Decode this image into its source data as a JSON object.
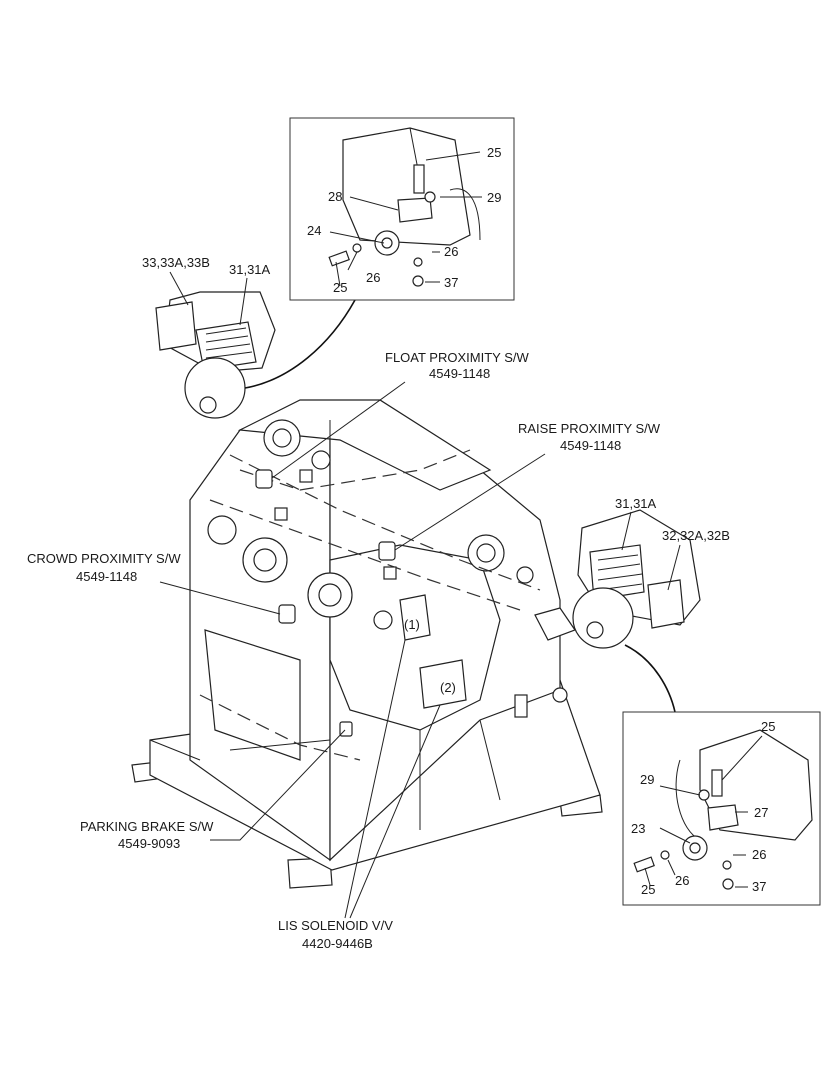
{
  "callouts": [
    {
      "id": "float",
      "name": "FLOAT PROXIMITY S/W",
      "part": "4549-1148"
    },
    {
      "id": "raise",
      "name": "RAISE PROXIMITY S/W",
      "part": "4549-1148"
    },
    {
      "id": "crowd",
      "name": "CROWD PROXIMITY S/W",
      "part": "4549-1148"
    },
    {
      "id": "parking",
      "name": "PARKING BRAKE S/W",
      "part": "4549-9093"
    },
    {
      "id": "lis",
      "name": "LIS SOLENOID V/V",
      "part": "4420-9446B"
    }
  ],
  "lamp_labels": {
    "left_lamp_a": "33,33A,33B",
    "left_lamp_b": "31,31A",
    "right_lamp_a": "31,31A",
    "right_lamp_b": "32,32A,32B"
  },
  "solenoid_marks": {
    "first": "(1)",
    "second": "(2)"
  },
  "detail_top": {
    "n25a": "25",
    "n28": "28",
    "n29": "29",
    "n24": "24",
    "n26a": "26",
    "n26b": "26",
    "n25b": "25",
    "n37": "37"
  },
  "detail_bottom": {
    "n25a": "25",
    "n29": "29",
    "n27": "27",
    "n23": "23",
    "n26a": "26",
    "n26b": "26",
    "n25b": "25",
    "n37": "37"
  }
}
